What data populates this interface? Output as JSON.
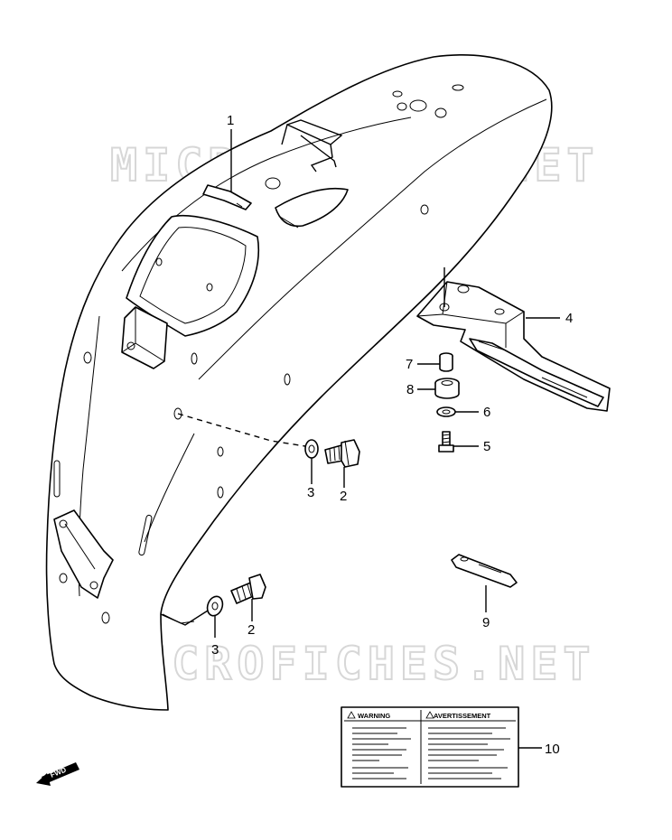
{
  "watermark": "MICROFICHES.NET",
  "callouts": {
    "p1": "1",
    "p2a": "2",
    "p2b": "2",
    "p3a": "3",
    "p3b": "3",
    "p4": "4",
    "p5": "5",
    "p6": "6",
    "p7": "7",
    "p8": "8",
    "p9": "9",
    "p10": "10"
  },
  "label_sticker": {
    "left_title": "WARNING",
    "right_title": "AVERTISSEMENT"
  },
  "fwd_badge": "FWD"
}
